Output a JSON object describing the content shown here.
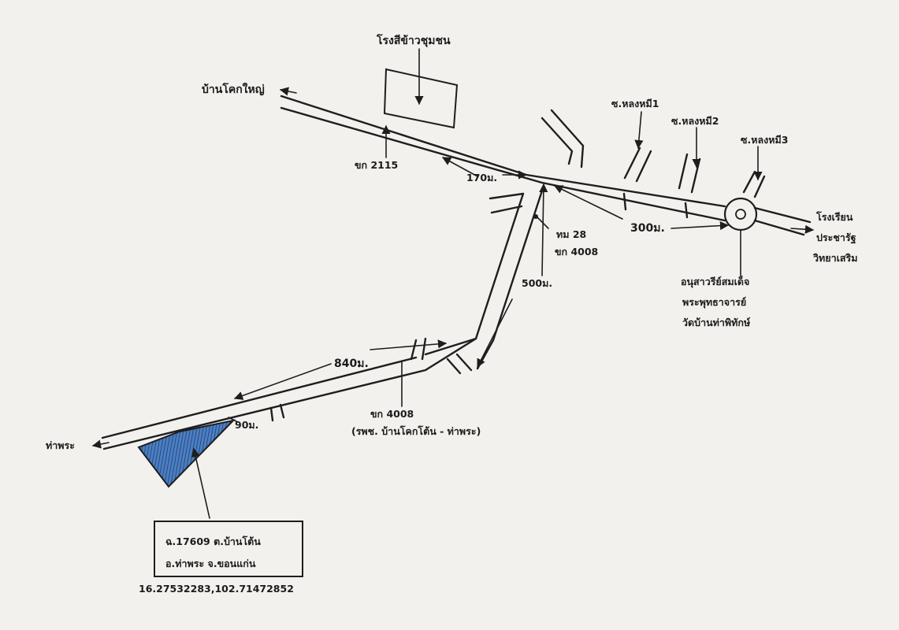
{
  "labels": {
    "rice_mill": "โรงสีข้าวชุมชน",
    "village_top_left": "บ้านโคกใหญ่",
    "road_2115": "ขก 2115",
    "dist_170": "170ม.",
    "soi_1": "ซ.หลงหมี1",
    "soi_2": "ซ.หลงหมี2",
    "soi_3": "ซ.หลงหมี3",
    "school_line1": "โรงเรียน",
    "school_line2": "ประชารัฐ",
    "school_line3": "วิทยาเสริม",
    "road_28": "ทม 28",
    "road_4008_a": "ขก 4008",
    "dist_300": "300ม.",
    "dist_500": "500ม.",
    "monument_line1": "อนุสาวรีย์สมเด็จ",
    "monument_line2": "พระพุทธาจารย์",
    "monument_line3": "วัดบ้านท่าพิทักษ์",
    "dist_840": "840ม.",
    "road_4008_b": "ขก 4008",
    "road_4008_desc": "(รพช. บ้านโคกโต้น - ท่าพระ)",
    "dist_90": "90ม.",
    "tha_phra": "ท่าพระ",
    "plot_line1": "ฉ.17609  ต.บ้านโต้น",
    "plot_line2": "อ.ท่าพระ  จ.ขอนแก่น",
    "coordinates": "16.27532283,102.71472852"
  },
  "colors": {
    "ink": "#1e1e1e",
    "plot_fill": "#4a7fc4",
    "paper": "#f3f1ee"
  },
  "icons": {
    "roundabout": "roundabout-circle",
    "arrow": "direction-arrow"
  }
}
